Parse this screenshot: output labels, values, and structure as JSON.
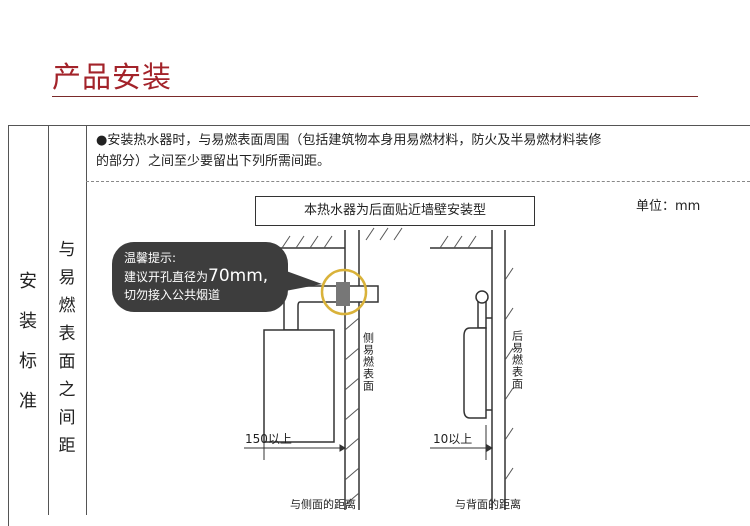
{
  "header": {
    "title": "产品安装"
  },
  "table": {
    "col1_label": [
      "安",
      "装",
      "标",
      "准"
    ],
    "col2_label": [
      "与",
      "易",
      "燃",
      "表",
      "面",
      "之",
      "间",
      "距"
    ],
    "note_line1": "●安装热水器时，与易燃表面周围（包括建筑物本身用易燃材料，防火及半易燃材料装修",
    "note_line2": "的部分）之间至少要留出下列所需间距。"
  },
  "diagram": {
    "title": "本热水器为后面贴近墙壁安装型",
    "unit": "单位：mm",
    "callout": {
      "line1": "温馨提示:",
      "line2_prefix": "建议开孔直径为",
      "line2_value": "70mm,",
      "line3": "切勿接入公共烟道"
    },
    "side_label": "侧易燃表面",
    "back_label": "后易燃表面",
    "dim_side": "150以上",
    "dim_back": "10以上",
    "caption_side": "与侧面的距离",
    "caption_back": "与背面的距离"
  }
}
